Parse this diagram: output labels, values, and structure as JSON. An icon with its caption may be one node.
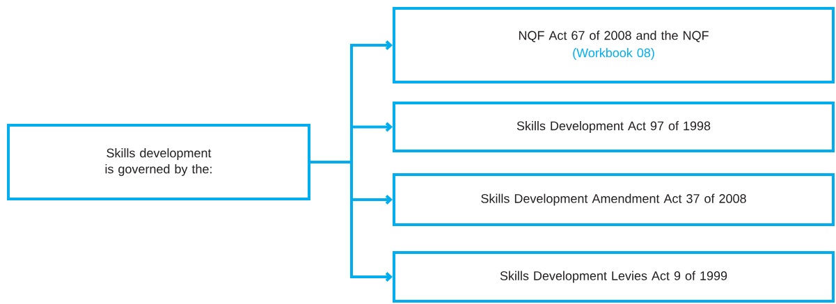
{
  "diagram": {
    "nodes": [
      {
        "text": [
          "Skills development is governed by the:"
        ]
      },
      {
        "text": [
          "NQF Act 67 of 2008 and the NQF",
          "(Workbook 08)"
        ]
      },
      {
        "text": [
          "Skills Development Act 97 of 1998"
        ]
      },
      {
        "text": [
          "Skills Development Amendment Act 37 of 2008"
        ]
      },
      {
        "text": [
          "Skills Development Levies Act 9 of 1999"
        ]
      }
    ],
    "edges": [
      {
        "from": 0,
        "to": 1,
        "arrow": "to"
      },
      {
        "from": 0,
        "to": 2,
        "arrow": "to"
      },
      {
        "from": 0,
        "to": 3,
        "arrow": "to"
      },
      {
        "from": 0,
        "to": 4,
        "arrow": "to"
      }
    ]
  }
}
